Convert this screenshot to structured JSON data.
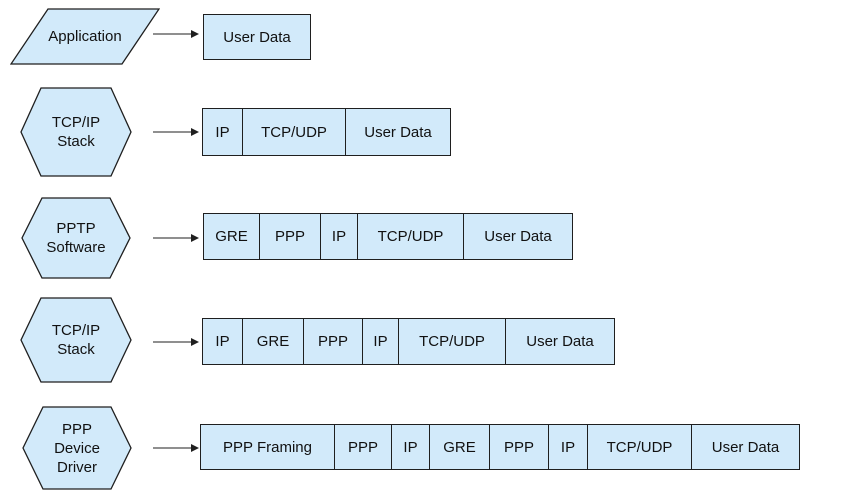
{
  "diagram": {
    "description": "PPTP packet encapsulation by processing stage",
    "colors": {
      "shape_fill": "#d2eafa",
      "shape_border": "#1f1f1f",
      "text": "#111111",
      "background": "#ffffff",
      "arrow": "#1f1f1f"
    },
    "arrow_icon": "right-arrow",
    "rows": [
      {
        "stage": {
          "shape": "parallelogram",
          "lines": [
            "Application"
          ]
        },
        "packet": [
          "User Data"
        ]
      },
      {
        "stage": {
          "shape": "hexagon",
          "lines": [
            "TCP/IP",
            "Stack"
          ]
        },
        "packet": [
          "IP",
          "TCP/UDP",
          "User Data"
        ]
      },
      {
        "stage": {
          "shape": "hexagon",
          "lines": [
            "PPTP",
            "Software"
          ]
        },
        "packet": [
          "GRE",
          "PPP",
          "IP",
          "TCP/UDP",
          "User Data"
        ]
      },
      {
        "stage": {
          "shape": "hexagon",
          "lines": [
            "TCP/IP",
            "Stack"
          ]
        },
        "packet": [
          "IP",
          "GRE",
          "PPP",
          "IP",
          "TCP/UDP",
          "User Data"
        ]
      },
      {
        "stage": {
          "shape": "hexagon",
          "lines": [
            "PPP",
            "Device",
            "Driver"
          ]
        },
        "packet": [
          "PPP Framing",
          "PPP",
          "IP",
          "GRE",
          "PPP",
          "IP",
          "TCP/UDP",
          "User Data"
        ]
      }
    ]
  }
}
